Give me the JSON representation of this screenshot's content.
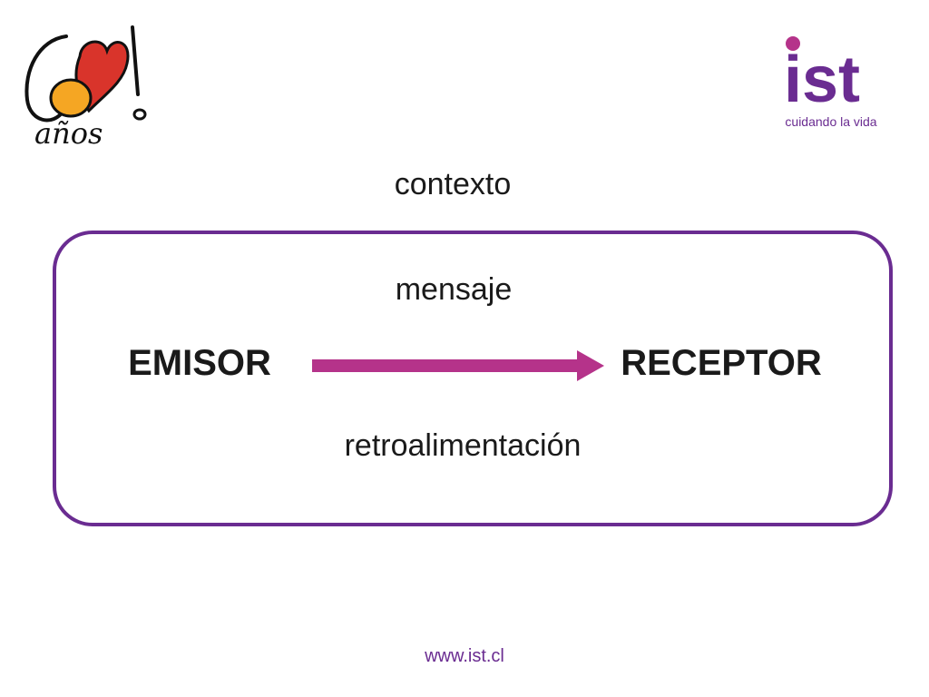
{
  "logos": {
    "anos_text": "años",
    "ist_wordmark": "ist",
    "ist_tagline": "cuidando la vida"
  },
  "diagram": {
    "context_label": "contexto",
    "message_label": "mensaje",
    "sender_label": "EMISOR",
    "receiver_label": "RECEPTOR",
    "feedback_label": "retroalimentación"
  },
  "footer": {
    "url": "www.ist.cl"
  },
  "colors": {
    "brand_purple": "#6a2c91",
    "arrow_magenta": "#b5338a",
    "heart_red": "#d9342b",
    "orange": "#f5a623"
  }
}
